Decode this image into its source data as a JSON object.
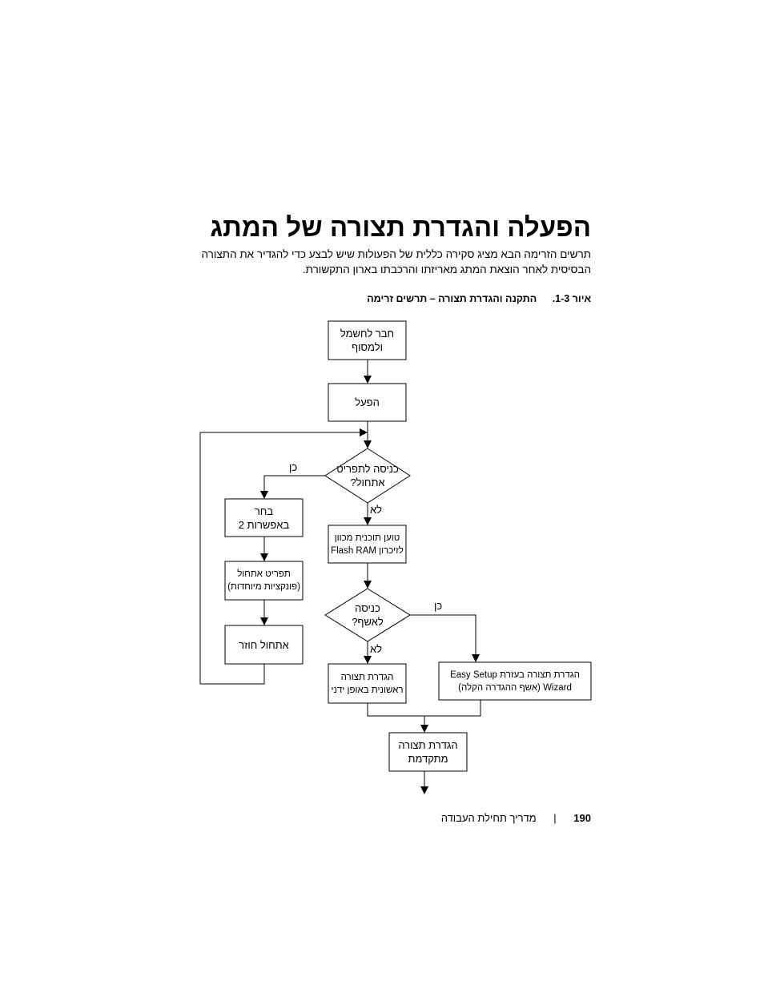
{
  "page": {
    "title": "הפעלה והגדרת תצורה של המתג",
    "intro": "תרשים הזרימה הבא מציג סקירה כללית של הפעולות שיש לבצע כדי להגדיר את התצורה הבסיסית לאחר הוצאת המתג מאריזתו והרכבתו בארון התקשורת.",
    "figure_number": "איור 1-3.",
    "figure_caption": "התקנה והגדרת תצורה – תרשים זרימה"
  },
  "flowchart": {
    "connect": "חבר לחשמל ולמסוף",
    "power_on": "הפעל",
    "boot_menu_question": "כניסה לתפריט אתחול?",
    "choose_option": "בחר באפשרות 2",
    "boot_menu": "תפריט אתחול (פונקציות מיוחדות)",
    "reboot": "אתחול חוזר",
    "load_flash": "טוען תוכנית מכוון לזיכרון Flash RAM",
    "wizard_question": "כניסה לאשף?",
    "manual_setup": "הגדרת תצורה ראשונית באופן ידני",
    "wizard_setup": "הגדרת תצורה בעזרת Easy Setup Wizard (אשף ההגדרה הקלה)",
    "advanced_setup": "הגדרת תצורה מתקדמת",
    "yes_label": "כן",
    "no_label": "לא"
  },
  "footer": {
    "page_number": "190",
    "separator": "|",
    "guide_title": "מדריך תחילת העבודה"
  }
}
